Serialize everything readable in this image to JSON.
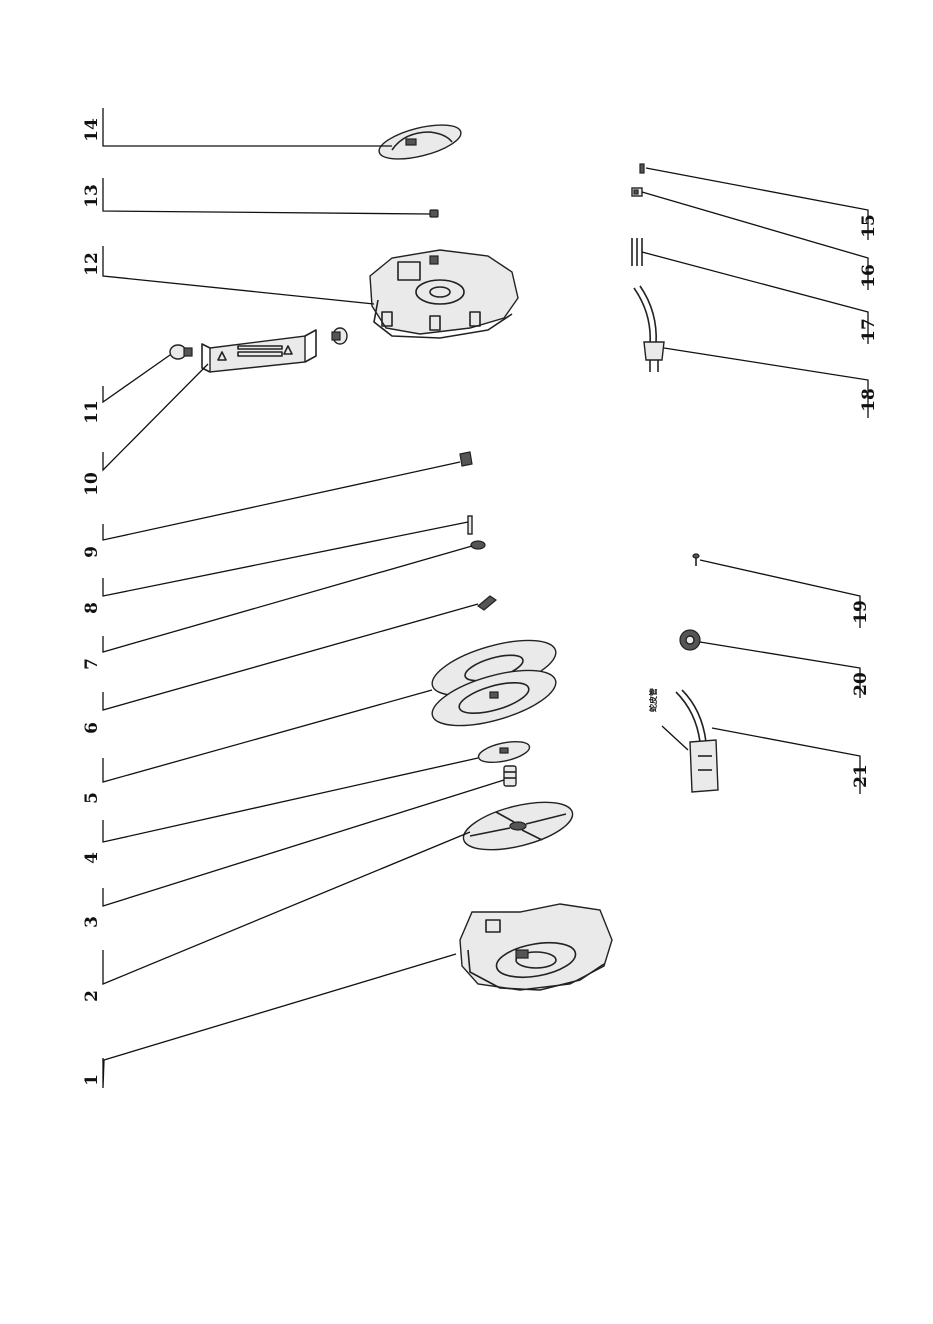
{
  "labels": [
    "1",
    "2",
    "3",
    "4",
    "5",
    "6",
    "7",
    "8",
    "9",
    "10",
    "11",
    "12",
    "13",
    "14",
    "15",
    "16",
    "17",
    "18",
    "19",
    "20",
    "21"
  ],
  "plug_tag": "蛇皮管"
}
